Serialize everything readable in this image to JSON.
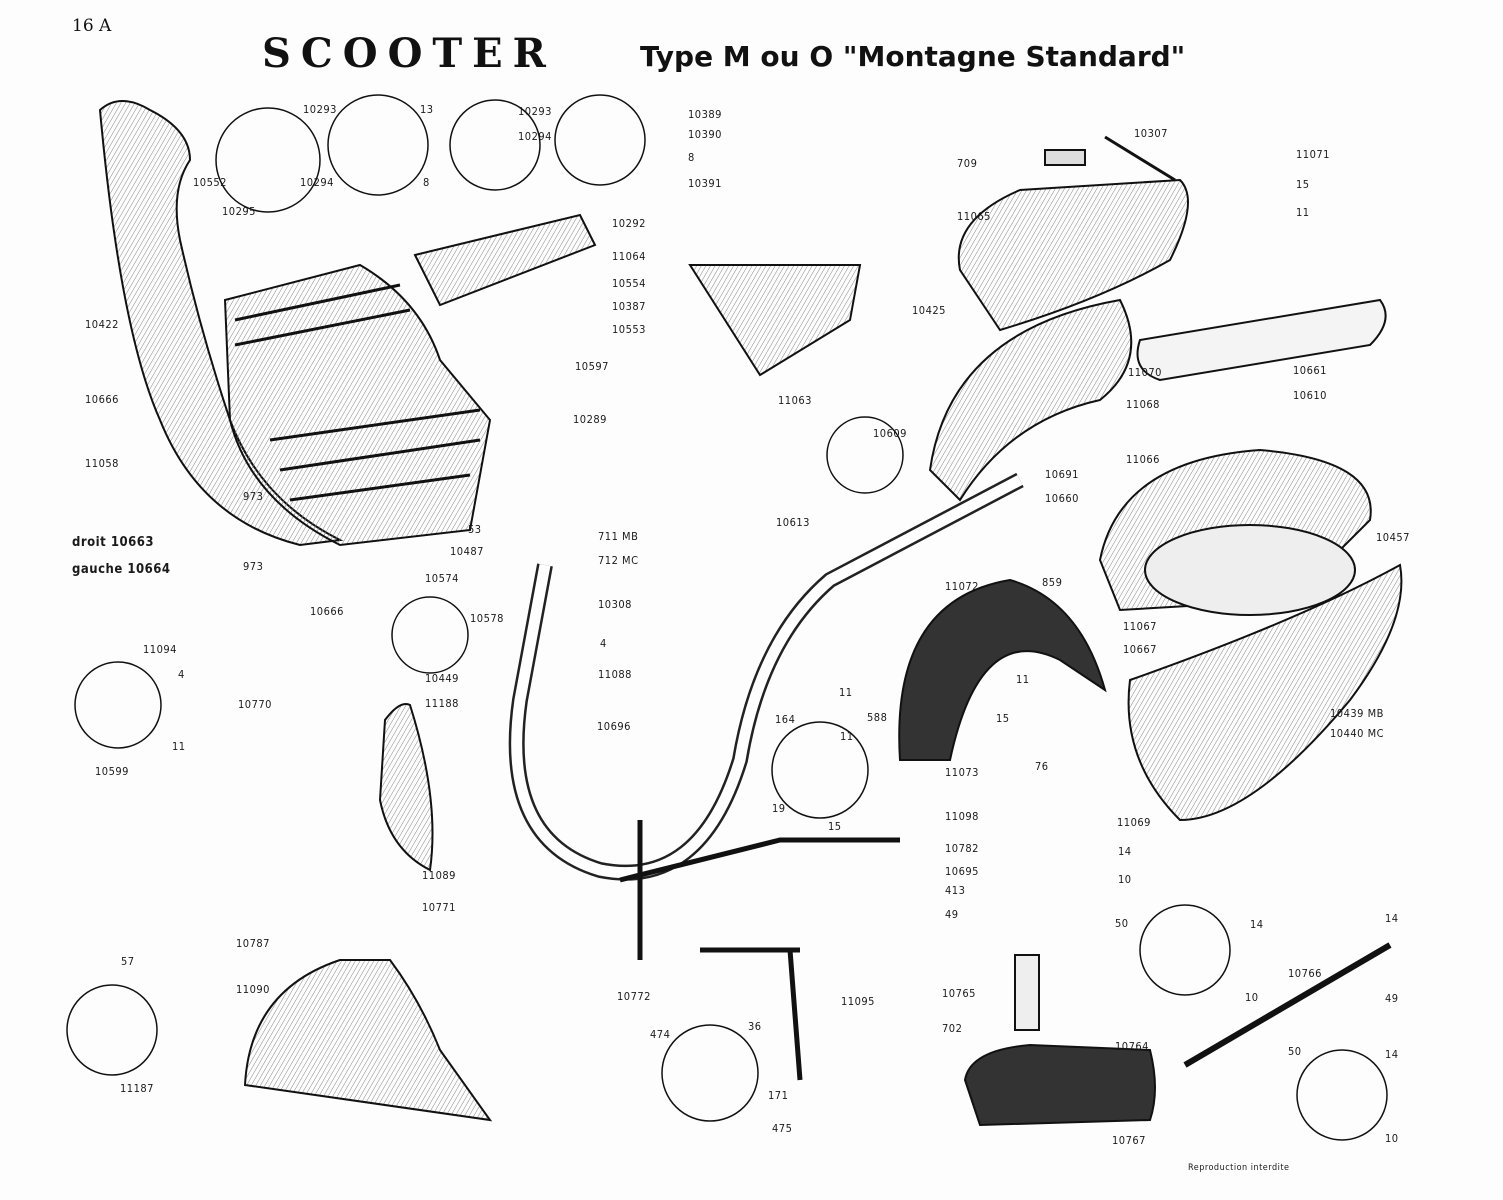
{
  "header": {
    "page_number": "16 A",
    "title": "SCOOTER",
    "subtitle": "Type M ou O \"Montagne Standard\""
  },
  "footer": {
    "notice": "Reproduction interdite"
  },
  "labels": [
    "10293",
    "13",
    "10293",
    "10389",
    "10390",
    "8",
    "10391",
    "10294",
    "10552",
    "10294",
    "8",
    "10295",
    "10292",
    "11064",
    "10554",
    "10387",
    "10553",
    "10422",
    "10597",
    "10666",
    "10289",
    "11058",
    "973",
    "droit 10663",
    "gauche 10664",
    "973",
    "10666",
    "53",
    "10487",
    "711 MB",
    "712 MC",
    "10574",
    "10578",
    "10449",
    "11188",
    "10308",
    "4",
    "11088",
    "10696",
    "10613",
    "11094",
    "4",
    "11",
    "10599",
    "10770",
    "11089",
    "10771",
    "10307",
    "709",
    "11065",
    "11071",
    "15",
    "11",
    "10425",
    "11070",
    "10661",
    "10610",
    "11068",
    "10609",
    "11063",
    "11066",
    "10691",
    "10660",
    "10457",
    "11072",
    "859",
    "11067",
    "10667",
    "11",
    "15",
    "11",
    "164",
    "588",
    "11",
    "19",
    "15",
    "11073",
    "76",
    "10439 MB",
    "10440 MC",
    "11098",
    "11069",
    "10782",
    "10695",
    "14",
    "10",
    "413",
    "49",
    "50",
    "14",
    "14",
    "10787",
    "11090",
    "57",
    "10765",
    "10766",
    "49",
    "10",
    "10772",
    "11095",
    "702",
    "10764",
    "474",
    "36",
    "50",
    "14",
    "11187",
    "171",
    "475",
    "10767",
    "10"
  ]
}
